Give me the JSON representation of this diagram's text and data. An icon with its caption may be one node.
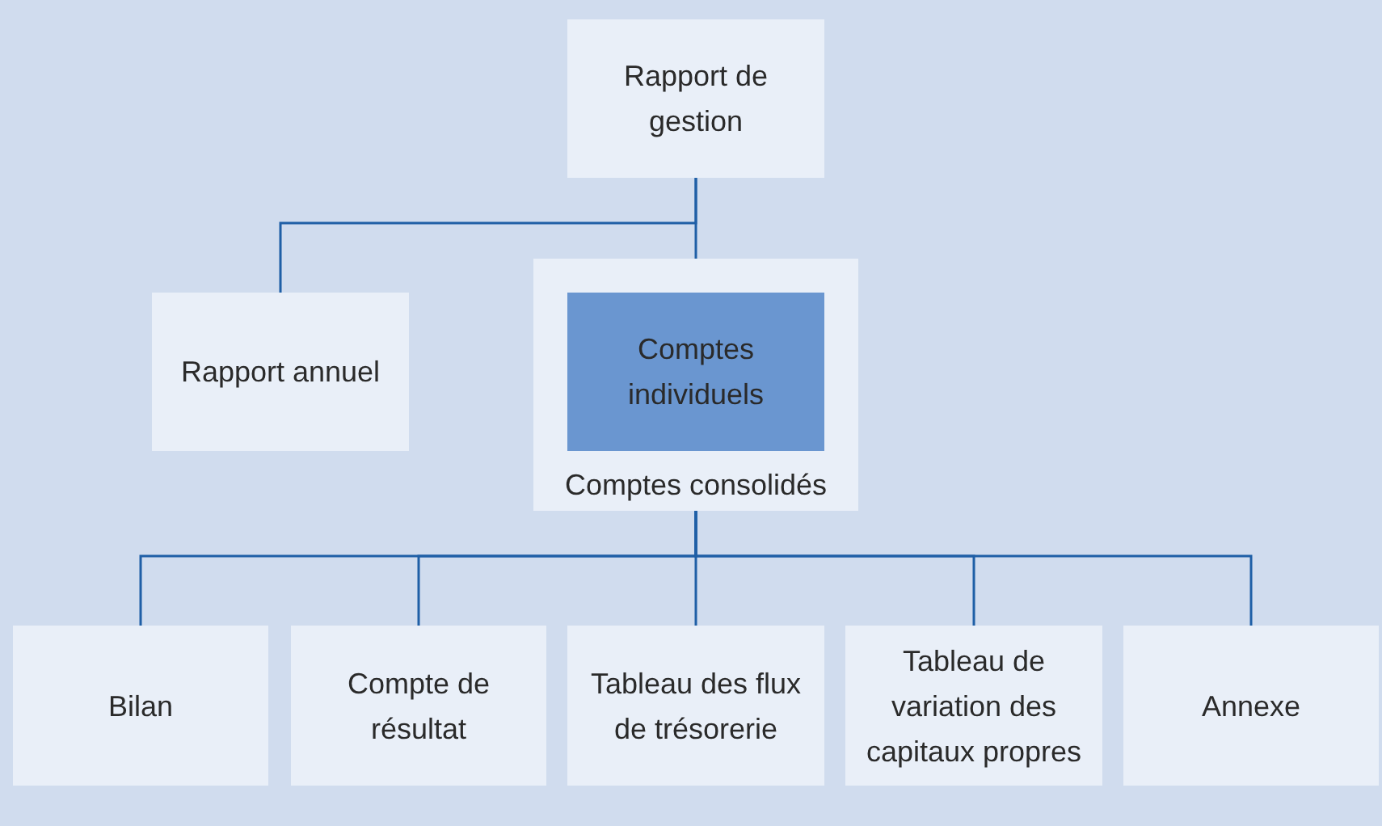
{
  "diagram": {
    "nodes": [
      {
        "text": [
          "Rapport de gestion"
        ]
      },
      {
        "text": [
          "Rapport annuel"
        ]
      },
      {
        "text": [
          "Comptes consolidés"
        ]
      },
      {
        "text": [
          "Comptes individuels"
        ],
        "in": 2
      },
      {
        "text": [
          "Bilan"
        ]
      },
      {
        "text": [
          "Compte de résultat"
        ]
      },
      {
        "text": [
          "Tableau des flux de trésorerie"
        ]
      },
      {
        "text": [
          "Tableau de variation des capitaux propres"
        ]
      },
      {
        "text": [
          "Annexe"
        ]
      }
    ],
    "edges": [
      {
        "from": 0,
        "to": 1,
        "arrow": "none"
      },
      {
        "from": 0,
        "to": 2,
        "arrow": "none"
      },
      {
        "from": 2,
        "to": 4,
        "arrow": "none"
      },
      {
        "from": 2,
        "to": 5,
        "arrow": "none"
      },
      {
        "from": 2,
        "to": 6,
        "arrow": "none"
      },
      {
        "from": 2,
        "to": 7,
        "arrow": "none"
      },
      {
        "from": 2,
        "to": 8,
        "arrow": "none"
      }
    ]
  }
}
